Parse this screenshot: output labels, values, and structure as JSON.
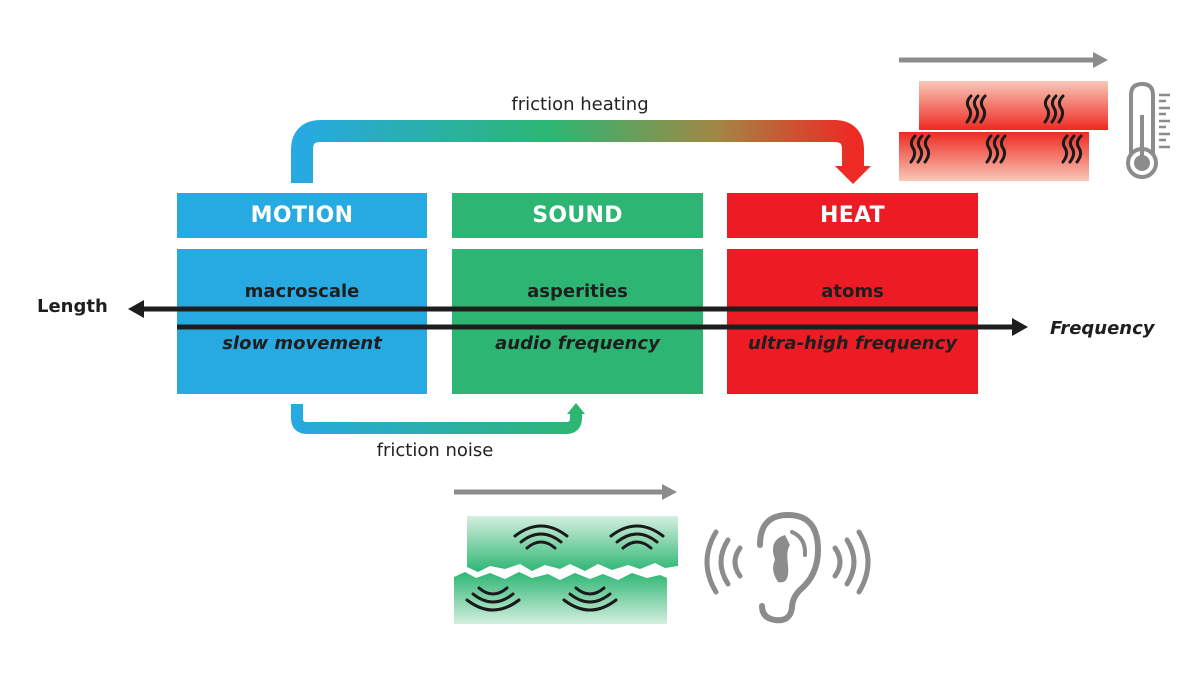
{
  "diagram": {
    "categories": [
      {
        "id": "motion",
        "title": "MOTION",
        "scale": "macroscale",
        "frequency": "slow movement",
        "color": "#27a9e1"
      },
      {
        "id": "sound",
        "title": "SOUND",
        "scale": "asperities",
        "frequency": "audio frequency",
        "color": "#2db673"
      },
      {
        "id": "heat",
        "title": "HEAT",
        "scale": "atoms",
        "frequency": "ultra-high frequency",
        "color": "#ed1c24"
      }
    ],
    "axes": {
      "length_label": "Length",
      "frequency_label": "Frequency"
    },
    "arrows": {
      "friction_heating": "friction heating",
      "friction_noise": "friction noise"
    },
    "icons": {
      "heat_illustration": "sliding-hot-blocks-icon",
      "thermometer": "thermometer-icon",
      "sound_illustration": "sliding-rough-blocks-icon",
      "ear": "ear-icon"
    },
    "colors": {
      "motion": "#27a9e1",
      "sound": "#2db673",
      "heat": "#ed1c24",
      "axis": "#1e1e1e",
      "icon_gray": "#8c8c8c"
    }
  }
}
